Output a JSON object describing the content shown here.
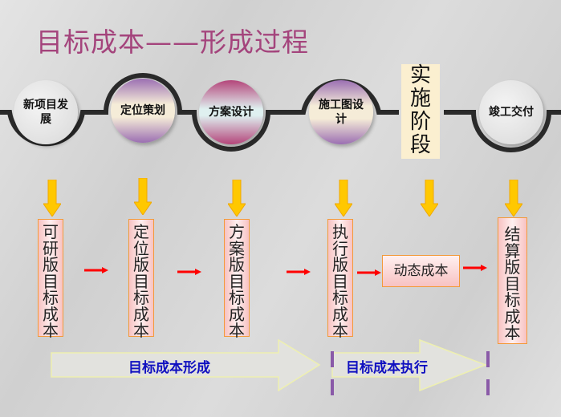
{
  "title": "目标成本——形成过程",
  "stages": [
    "新项目发展",
    "定位策划",
    "方案设计",
    "施工图设计",
    "实施阶段",
    "竣工交付"
  ],
  "cost_versions": [
    "可研版目标成本",
    "定位版目标成本",
    "方案版目标成本",
    "执行版目标成本",
    "动态成本",
    "结算版目标成本"
  ],
  "phases": {
    "formation": "目标成本形成",
    "execution": "目标成本执行"
  },
  "colors": {
    "title": "#a4447c",
    "arrow_yellow": "#ffc800",
    "arrow_red": "#ff0000",
    "box_border": "#f39a3a",
    "phase_text": "#1010c0"
  }
}
